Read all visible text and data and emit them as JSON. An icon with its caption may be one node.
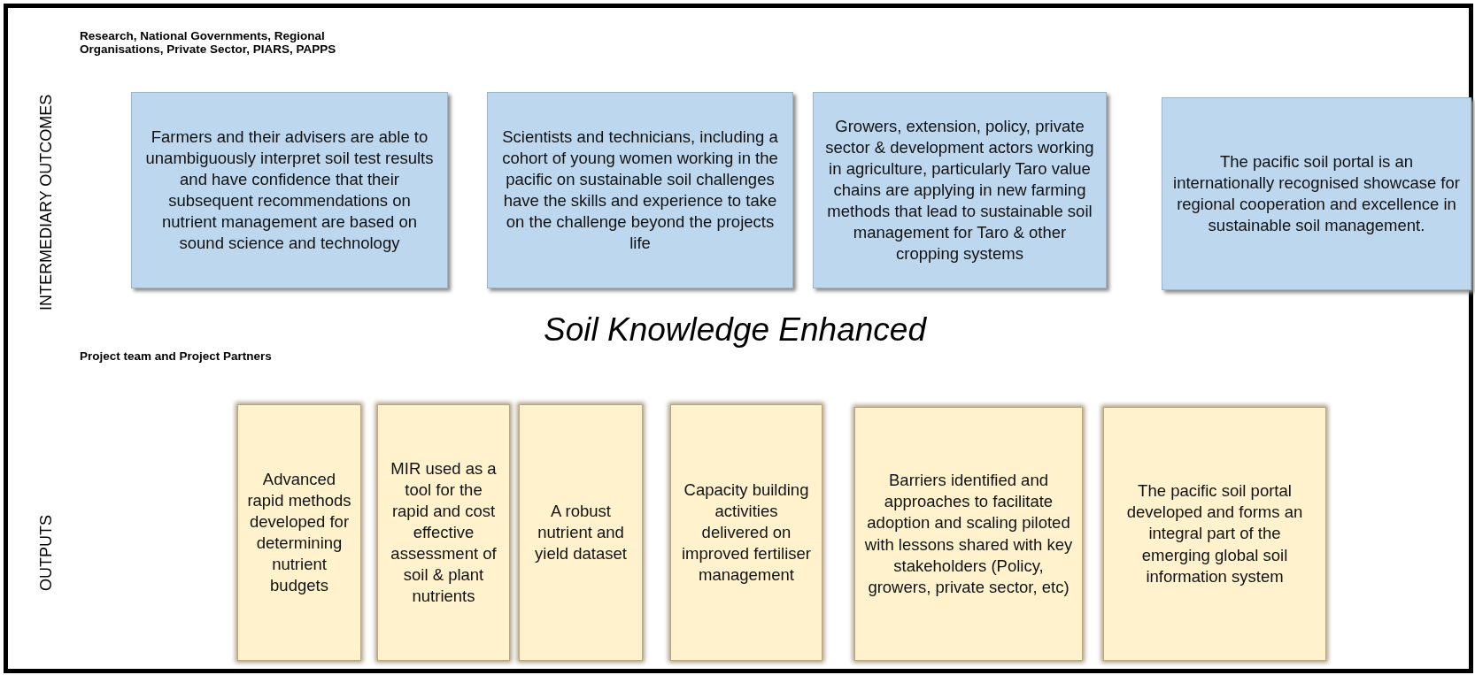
{
  "diagram": {
    "nodes": [
      {
        "text": [
          "Farmers and their advisers are able to unambiguously interpret soil test results and have confidence that their subsequent recommendations on nutrient management are based on sound science and technology"
        ]
      },
      {
        "text": [
          "Scientists and technicians, including a cohort of young women working in the pacific on sustainable soil challenges have the skills and experience to take on the challenge beyond the projects life"
        ]
      },
      {
        "text": [
          "Growers, extension, policy, private sector & development actors working in agriculture, particularly Taro value chains are applying in new farming methods that lead to sustainable soil management for Taro & other cropping systems"
        ]
      },
      {
        "text": [
          "The pacific soil portal is an internationally recognised showcase for regional cooperation and excellence in sustainable soil management."
        ]
      },
      {
        "text": [
          "Advanced rapid methods developed for determining nutrient budgets"
        ]
      },
      {
        "text": [
          "MIR used as a tool for the rapid and cost effective assessment of soil & plant nutrients"
        ]
      },
      {
        "text": [
          "A robust nutrient and yield dataset"
        ]
      },
      {
        "text": [
          "Capacity building activities delivered on improved fertiliser management"
        ]
      },
      {
        "text": [
          "Barriers identified and approaches to facilitate adoption and scaling piloted with lessons shared with key stakeholders (Policy, growers, private sector, etc)"
        ]
      },
      {
        "text": [
          "The pacific soil portal developed and forms an integral part of the emerging global soil information system"
        ]
      }
    ],
    "edges": [],
    "labels": [
      "INTERMEDIARY OUTCOMES",
      "Research, National Governments, Regional Organisations, Private Sector, PIARS, PAPPS",
      "Soil Knowledge Enhanced",
      "Project team and Project Partners",
      "OUTPUTS"
    ]
  }
}
